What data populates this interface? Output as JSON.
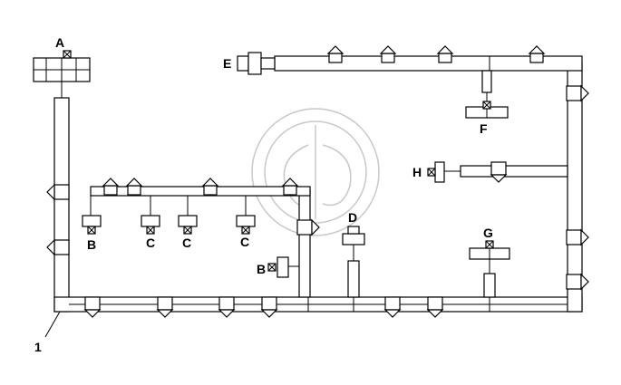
{
  "labels": {
    "A": "A",
    "B1": "B",
    "B2": "B",
    "C1": "C",
    "C2": "C",
    "C3": "C",
    "D": "D",
    "E": "E",
    "F": "F",
    "G": "G",
    "H": "H",
    "ref": "1"
  },
  "colors": {
    "stroke": "#000000",
    "watermark": "#c8c8c8"
  }
}
